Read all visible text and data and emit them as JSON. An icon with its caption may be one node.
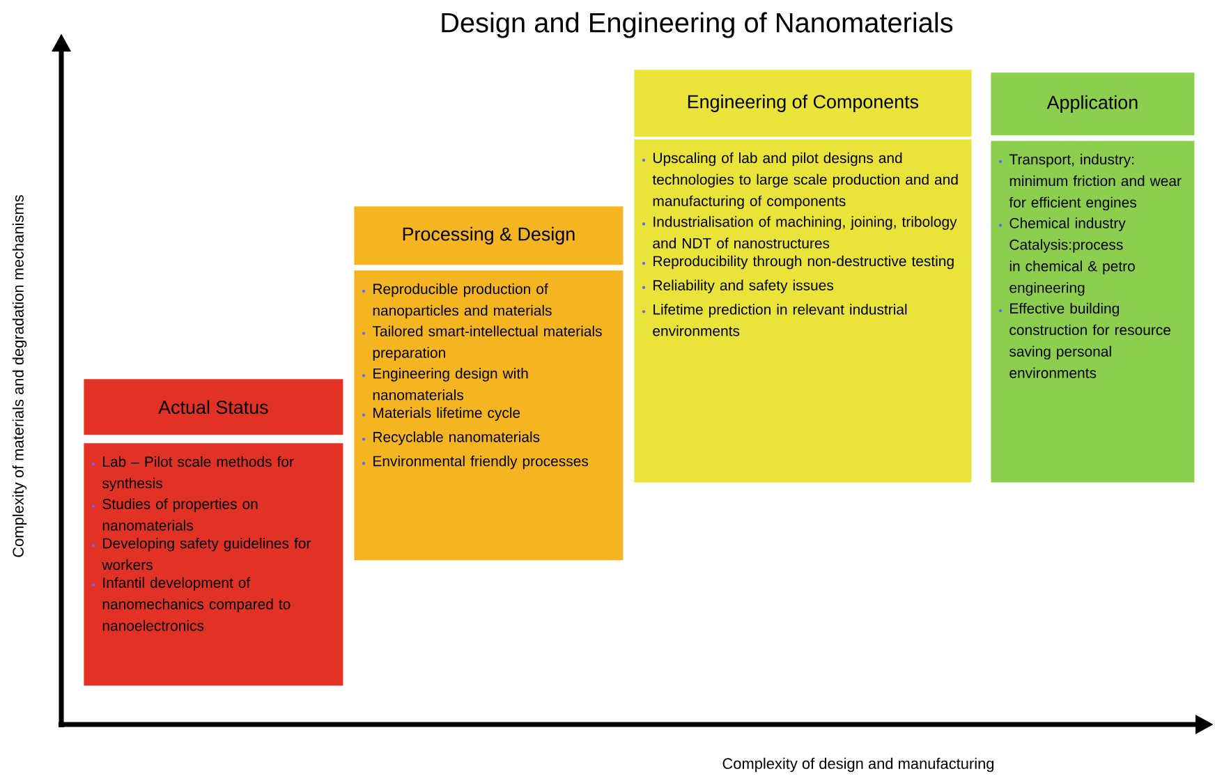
{
  "diagram": {
    "title": "Design and Engineering of Nanomaterials",
    "nodes": [
      {
        "text": [
          "Actual Status"
        ]
      },
      {
        "text": [
          "Lab – Pilot scale methods for synthesis",
          "Studies of properties on nanomaterials",
          "Developing safety guidelines for workers",
          "Infantil development of nanomechanics compared to nanoelectronics"
        ]
      },
      {
        "text": [
          "Processing & Design"
        ]
      },
      {
        "text": [
          "Reproducible production of nanoparticles and materials",
          "Tailored smart-intellectual materials preparation",
          "Engineering design with nanomaterials",
          "Materials lifetime cycle",
          "Recyclable nanomaterials",
          "Environmental friendly processes"
        ]
      },
      {
        "text": [
          "Engineering of Components"
        ]
      },
      {
        "text": [
          "Upscaling of lab and pilot designs and technologies to large scale production and and manufacturing of components",
          "Industrialisation of machining, joining, tribology and NDT of nanostructures",
          "Reproducibility through non-destructive testing",
          "Reliability and safety issues",
          "Lifetime prediction in relevant industrial environments"
        ]
      },
      {
        "text": [
          "Application"
        ]
      },
      {
        "text": [
          "Transport, industry: minimum friction and wear for efficient engines",
          "Chemical industry Catalysis:process in chemical & petro engineering",
          "Effective building construction for resource saving personal environments"
        ]
      }
    ],
    "labels": [
      "Complexity of materials and degradation mechanisms",
      "Complexity of design and manufacturing"
    ]
  }
}
